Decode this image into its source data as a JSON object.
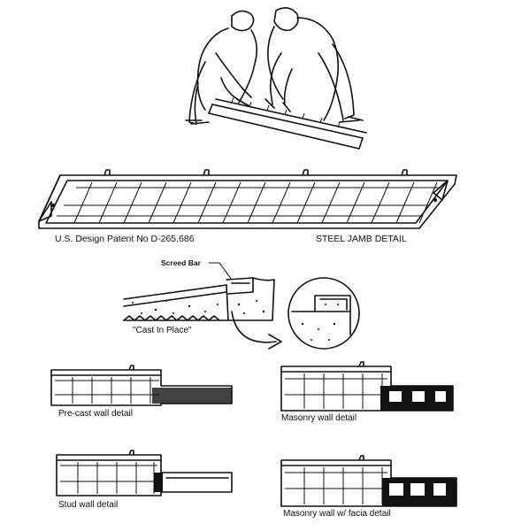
{
  "patent_label": "U.S. Design Patent No D-265,686",
  "jamb_label": "STEEL JAMB DETAIL",
  "screed_label": "Screed Bar",
  "cast_label": "\"Cast In Place\"",
  "details": {
    "precast": "Pre-cast wall detail",
    "masonry": "Masonry wall detail",
    "stud": "Stud wall detail",
    "masonry_facia": "Masonry wall w/ facia detail"
  }
}
